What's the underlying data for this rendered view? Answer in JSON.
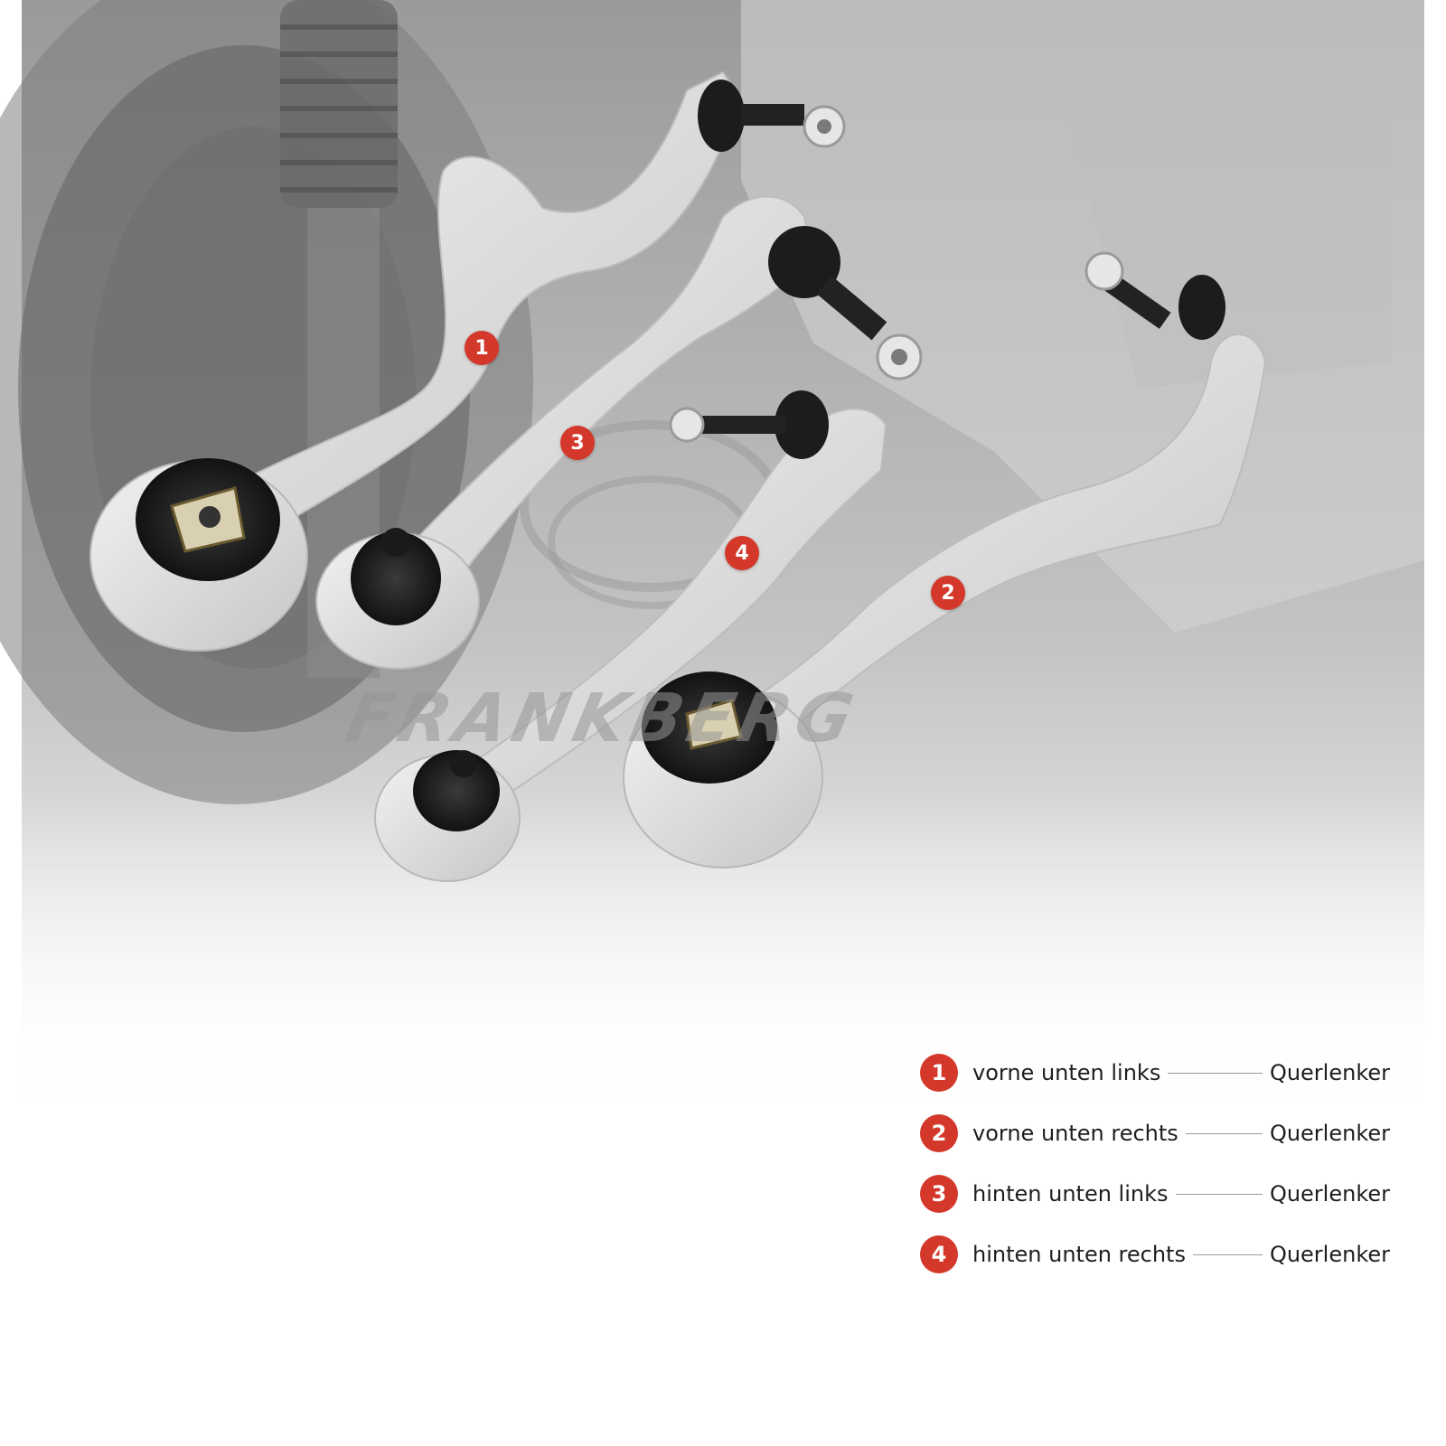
{
  "brand": {
    "watermark": "FRANKBERG"
  },
  "colors": {
    "accent": "#d3382a",
    "text": "#1e1e1e",
    "connector": "#9a9a9a"
  },
  "markers": [
    {
      "number": "1"
    },
    {
      "number": "2"
    },
    {
      "number": "3"
    },
    {
      "number": "4"
    }
  ],
  "legend": [
    {
      "number": "1",
      "position": "vorne unten links",
      "part": "Querlenker"
    },
    {
      "number": "2",
      "position": "vorne unten rechts",
      "part": "Querlenker"
    },
    {
      "number": "3",
      "position": "hinten unten links",
      "part": "Querlenker"
    },
    {
      "number": "4",
      "position": "hinten unten rechts",
      "part": "Querlenker"
    }
  ]
}
